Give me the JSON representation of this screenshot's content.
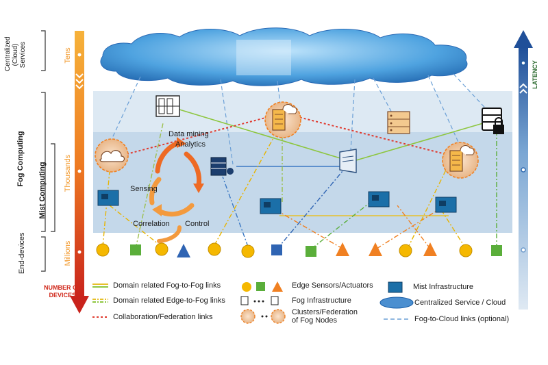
{
  "left_axis": {
    "tiers": {
      "cloud": "Centralized\n(Cloud)\nServices",
      "fog": "Fog Computing",
      "mist": "Mist Computing",
      "end": "End-devices"
    },
    "scale": [
      "Tens",
      "Thousands",
      "Millions"
    ],
    "axis_label": "NUMBER OF\nDEVICES"
  },
  "right_axis": {
    "label": "LATENCY"
  },
  "process": {
    "data_mining": "Data mining",
    "analytics": "Analytics",
    "sensing": "Sensing",
    "correlation": "Correlation",
    "control": "Control"
  },
  "legend": {
    "fog_to_fog": "Domain related Fog-to-Fog links",
    "edge_to_fog": "Domain related Edge-to-Fog links",
    "collab": "Collaboration/Federation links",
    "sensors": "Edge Sensors/Actuators",
    "fog_infra": "Fog Infrastructure",
    "clusters": "Clusters/Federation\nof Fog Nodes",
    "mist": "Mist Infrastructure",
    "cloud": "Centralized Service / Cloud",
    "fog_to_cloud": "Fog-to-Cloud links (optional)"
  },
  "colors": {
    "orange": "#f29a2e",
    "red": "#c9231c",
    "cloud_blue": "#4b8fd0",
    "band_fog": "#cfe0ee",
    "band_mist": "#bfd5e8",
    "sensor_yellow": "#f5b800",
    "sensor_green": "#5aae3a",
    "sensor_orange": "#f08022",
    "sensor_blue": "#2f64b3",
    "green_link": "#8dc63f",
    "red_dots": "#e03a2f"
  },
  "icons": {
    "fog_node": "cloud-server-icon",
    "server": "server-rack-icon",
    "mist_board": "microcontroller-board-icon",
    "lock_server": "secure-server-icon"
  }
}
